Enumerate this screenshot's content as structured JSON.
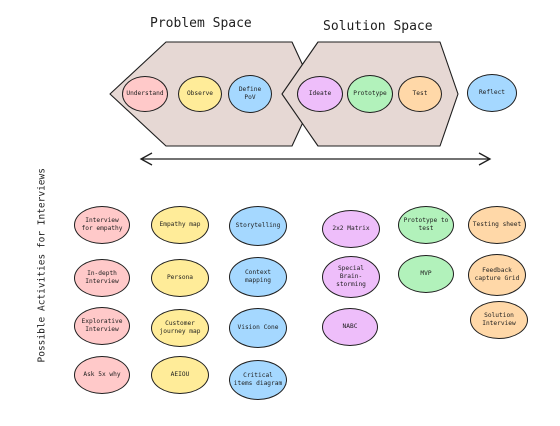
{
  "colors": {
    "red": "#ffc9c9",
    "yellow": "#ffec99",
    "blue": "#a5d8ff",
    "violet": "#eebefa",
    "green": "#b2f2bb",
    "orange": "#ffd8a8",
    "diamond": "#e6d8d4"
  },
  "headings": {
    "problem": "Problem Space",
    "solution": "Solution Space",
    "side": "Possible Activities for Interviews"
  },
  "process": [
    {
      "label": "Understand",
      "color": "red"
    },
    {
      "label": "Observe",
      "color": "yellow"
    },
    {
      "label": "Define PoV",
      "color": "blue"
    },
    {
      "label": "Ideate",
      "color": "violet"
    },
    {
      "label": "Prototype",
      "color": "green"
    },
    {
      "label": "Test",
      "color": "orange"
    },
    {
      "label": "Reflect",
      "color": "blue"
    }
  ],
  "activities": [
    {
      "label": "Interview for empathy",
      "color": "red"
    },
    {
      "label": "In-depth Interview",
      "color": "red"
    },
    {
      "label": "Explorative Interview",
      "color": "red"
    },
    {
      "label": "Ask 5x why",
      "color": "red"
    },
    {
      "label": "Empathy map",
      "color": "yellow"
    },
    {
      "label": "Persona",
      "color": "yellow"
    },
    {
      "label": "Customer journey map",
      "color": "yellow"
    },
    {
      "label": "AEIOU",
      "color": "yellow"
    },
    {
      "label": "Storytelling",
      "color": "blue"
    },
    {
      "label": "Context mapping",
      "color": "blue"
    },
    {
      "label": "Vision Cone",
      "color": "blue"
    },
    {
      "label": "Critical items diagram",
      "color": "blue"
    },
    {
      "label": "2x2 Matrix",
      "color": "violet"
    },
    {
      "label": "Special Brain-storming",
      "color": "violet"
    },
    {
      "label": "NABC",
      "color": "violet"
    },
    {
      "label": "Prototype to test",
      "color": "green"
    },
    {
      "label": "MVP",
      "color": "green"
    },
    {
      "label": "Testing sheet",
      "color": "orange"
    },
    {
      "label": "Feedback capture Grid",
      "color": "orange"
    },
    {
      "label": "Solution Interview",
      "color": "orange"
    }
  ]
}
